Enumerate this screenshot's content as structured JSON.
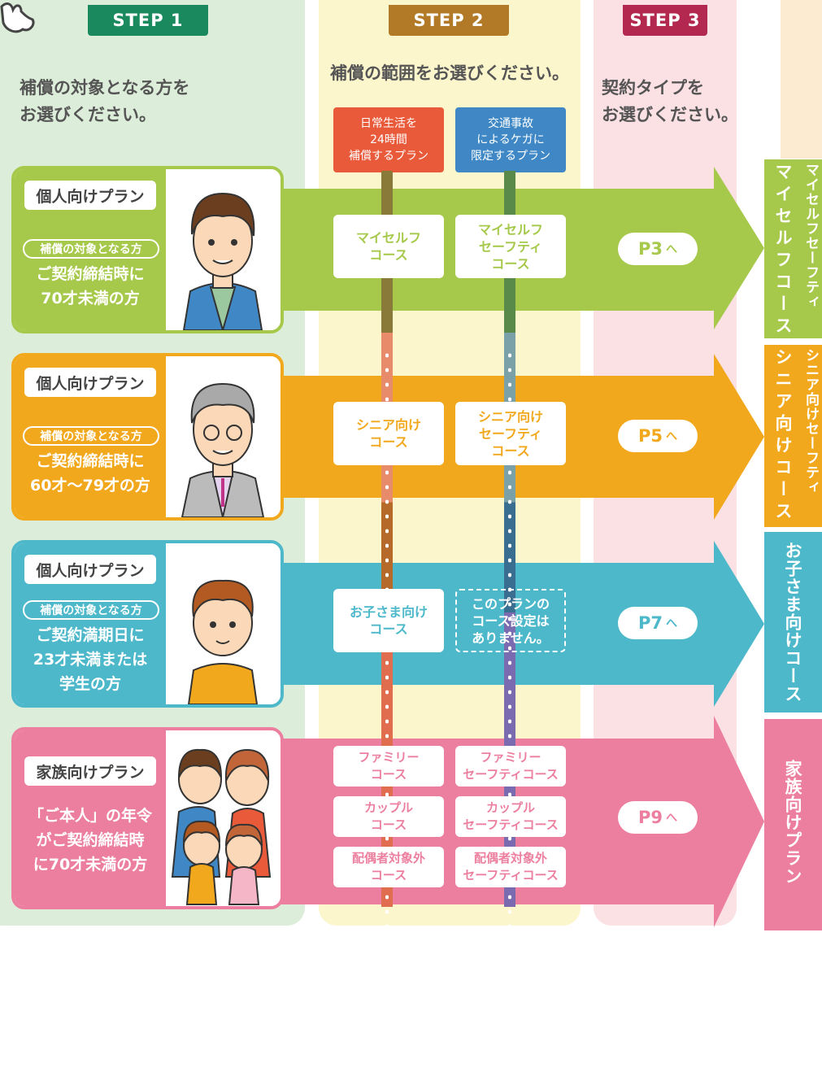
{
  "steps": {
    "step1": {
      "label": "STEP 1",
      "instruction": "補償の対象となる方を\nお選びください。"
    },
    "step2": {
      "label": "STEP 2",
      "instruction": "補償の範囲をお選びください。"
    },
    "step3": {
      "label": "STEP 3",
      "instruction": "契約タイプを\nお選びください。"
    }
  },
  "columns": [
    {
      "label": "日常生活を\n24時間\n補償するプラン",
      "color": "#e95a3b"
    },
    {
      "label": "交通事故\nによるケガに\n限定するプラン",
      "color": "#3f88c5"
    }
  ],
  "rows": [
    {
      "plan": "個人向けプラン",
      "badge": "補償の対象となる方",
      "target": "ご契約締結時に\n70才未満の方",
      "course_a": "マイセルフ\nコース",
      "course_b": "マイセルフ\nセーフティ\nコース",
      "page": "P3",
      "page_arrow": "へ",
      "tag_a": "マイセルフセーフティ",
      "tag_b": "マイセルフコース",
      "color": "#a7c94b",
      "avatar": "young-man-avatar"
    },
    {
      "plan": "個人向けプラン",
      "badge": "補償の対象となる方",
      "target": "ご契約締結時に\n60才〜79才の方",
      "course_a": "シニア向け\nコース",
      "course_b": "シニア向け\nセーフティ\nコース",
      "page": "P5",
      "page_arrow": "へ",
      "tag_a": "シニア向けセーフティ",
      "tag_b": "シニア向けコース",
      "color": "#f2a81d",
      "avatar": "senior-man-avatar"
    },
    {
      "plan": "個人向けプラン",
      "badge": "補償の対象となる方",
      "target": "ご契約満期日に\n23才未満または\n学生の方",
      "course_a": "お子さま向け\nコース",
      "course_b": "このプランの\nコース設定は\nありません。",
      "page": "P7",
      "page_arrow": "へ",
      "tag_a": "お子さま向けコース",
      "color": "#4eb8cb",
      "avatar": "child-avatar"
    },
    {
      "plan": "家族向けプラン",
      "target": "「ご本人」の年令\nがご契約締結時\nに70才未満の方",
      "courses_a": [
        "ファミリー\nコース",
        "カップル\nコース",
        "配偶者対象外\nコース"
      ],
      "courses_b": [
        "ファミリー\nセーフティコース",
        "カップル\nセーフティコース",
        "配偶者対象外\nセーフティコース"
      ],
      "page": "P9",
      "page_arrow": "へ",
      "tag_a": "家族向けプラン",
      "color": "#ec7f9f",
      "avatar": "family-avatar"
    }
  ],
  "colors": {
    "step1_bg": "#dbeedd",
    "step2_bg": "#fcf6cc",
    "step3_bg": "#fbe0e4",
    "step1_hdr": "#1a8a5e",
    "step2_hdr": "#b27a26",
    "step3_hdr": "#b3284e"
  }
}
